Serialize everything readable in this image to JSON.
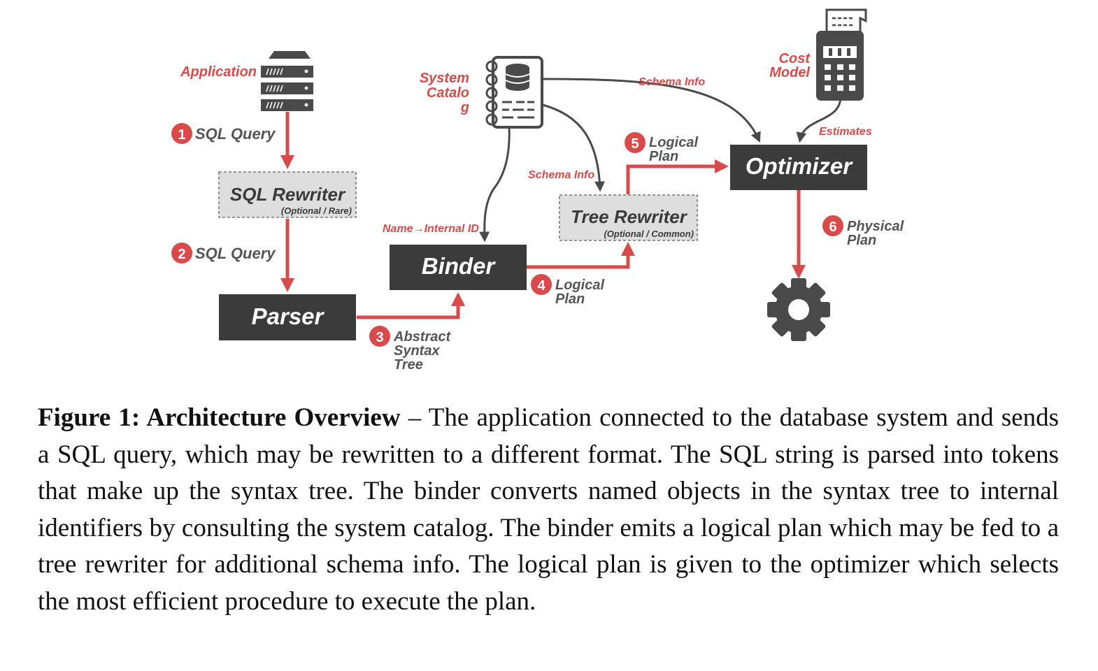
{
  "nodes": {
    "application": "Application",
    "system_catalog": [
      "System",
      "Catalo",
      "g"
    ],
    "cost_model": [
      "Cost",
      "Model"
    ],
    "sql_rewriter": "SQL Rewriter",
    "sql_rewriter_note": "(Optional / Rare)",
    "tree_rewriter": "Tree Rewriter",
    "tree_rewriter_note": "(Optional / Common)",
    "parser": "Parser",
    "binder": "Binder",
    "optimizer": "Optimizer"
  },
  "steps": [
    {
      "num": "1",
      "label": [
        "SQL Query"
      ]
    },
    {
      "num": "2",
      "label": [
        "SQL Query"
      ]
    },
    {
      "num": "3",
      "label": [
        "Abstract",
        "Syntax",
        "Tree"
      ]
    },
    {
      "num": "4",
      "label": [
        "Logical",
        "Plan"
      ]
    },
    {
      "num": "5",
      "label": [
        "Logical",
        "Plan"
      ]
    },
    {
      "num": "6",
      "label": [
        "Physical",
        "Plan"
      ]
    }
  ],
  "edge_labels": {
    "schema_info_top": "Schema Info",
    "schema_info_mid": "Schema Info",
    "name_internal_id": "Name→Internal ID",
    "estimates": "Estimates"
  },
  "colors": {
    "accent_red": "#d94a4a",
    "box_dark": "#3b3b3b",
    "box_dashed_fill": "#dedede",
    "icon_gray": "#4a4a4a"
  },
  "caption": {
    "title": "Figure 1: Architecture Overview",
    "text": " – The application connected to the database system and sends a SQL query, which may be rewritten to a different format. The SQL string is parsed into tokens that make up the syntax tree. The binder converts named objects in the syntax tree to internal identifiers by consulting the system catalog. The binder emits a logical plan which may be fed to a tree rewriter for additional schema info. The logical plan is given to the optimizer which selects the most efficient procedure to execute the plan."
  }
}
